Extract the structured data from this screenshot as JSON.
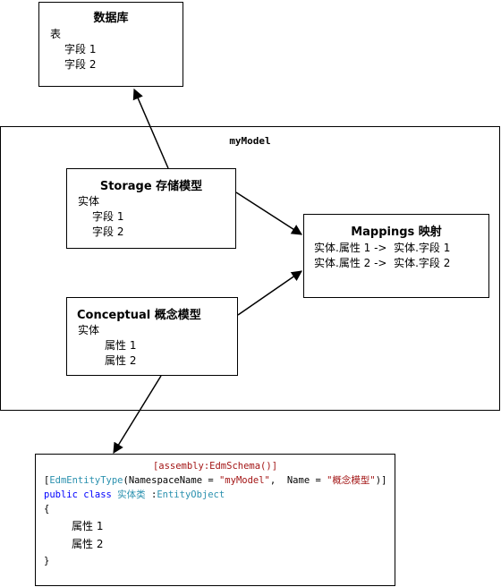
{
  "model": {
    "title": "myModel"
  },
  "database": {
    "title": "数据库",
    "lines": [
      "表",
      "字段 1",
      "字段 2"
    ]
  },
  "storage": {
    "title": "Storage  存储模型",
    "lines": [
      "实体",
      "字段 1",
      "字段 2"
    ]
  },
  "conceptual": {
    "title": "Conceptual  概念模型",
    "lines": [
      "实体",
      "属性 1",
      "属性 2"
    ]
  },
  "mappings": {
    "title": "Mappings  映射",
    "lines": [
      "实体.属性 1 ->  实体.字段 1",
      "实体.属性 2 ->  实体.字段 2"
    ]
  },
  "code": {
    "attribute": "[assembly:EdmSchema()]",
    "line2": {
      "open": "[",
      "type": "EdmEntityType",
      "params": "(NamespaceName = ",
      "ns": "\"myModel\"",
      "mid": ",  Name = ",
      "name": "\"概念模型\"",
      "close": ")]"
    },
    "line3": {
      "kw": "public class",
      "cls": " 实体类 ",
      "sep": ":",
      "base": "EntityObject"
    },
    "brace_open": "{",
    "prop1": "属性 1",
    "prop2": "属性 2",
    "brace_close": "}"
  },
  "colors": {
    "keyword": "#0000ff",
    "type": "#2b91af",
    "string": "#a31515"
  }
}
